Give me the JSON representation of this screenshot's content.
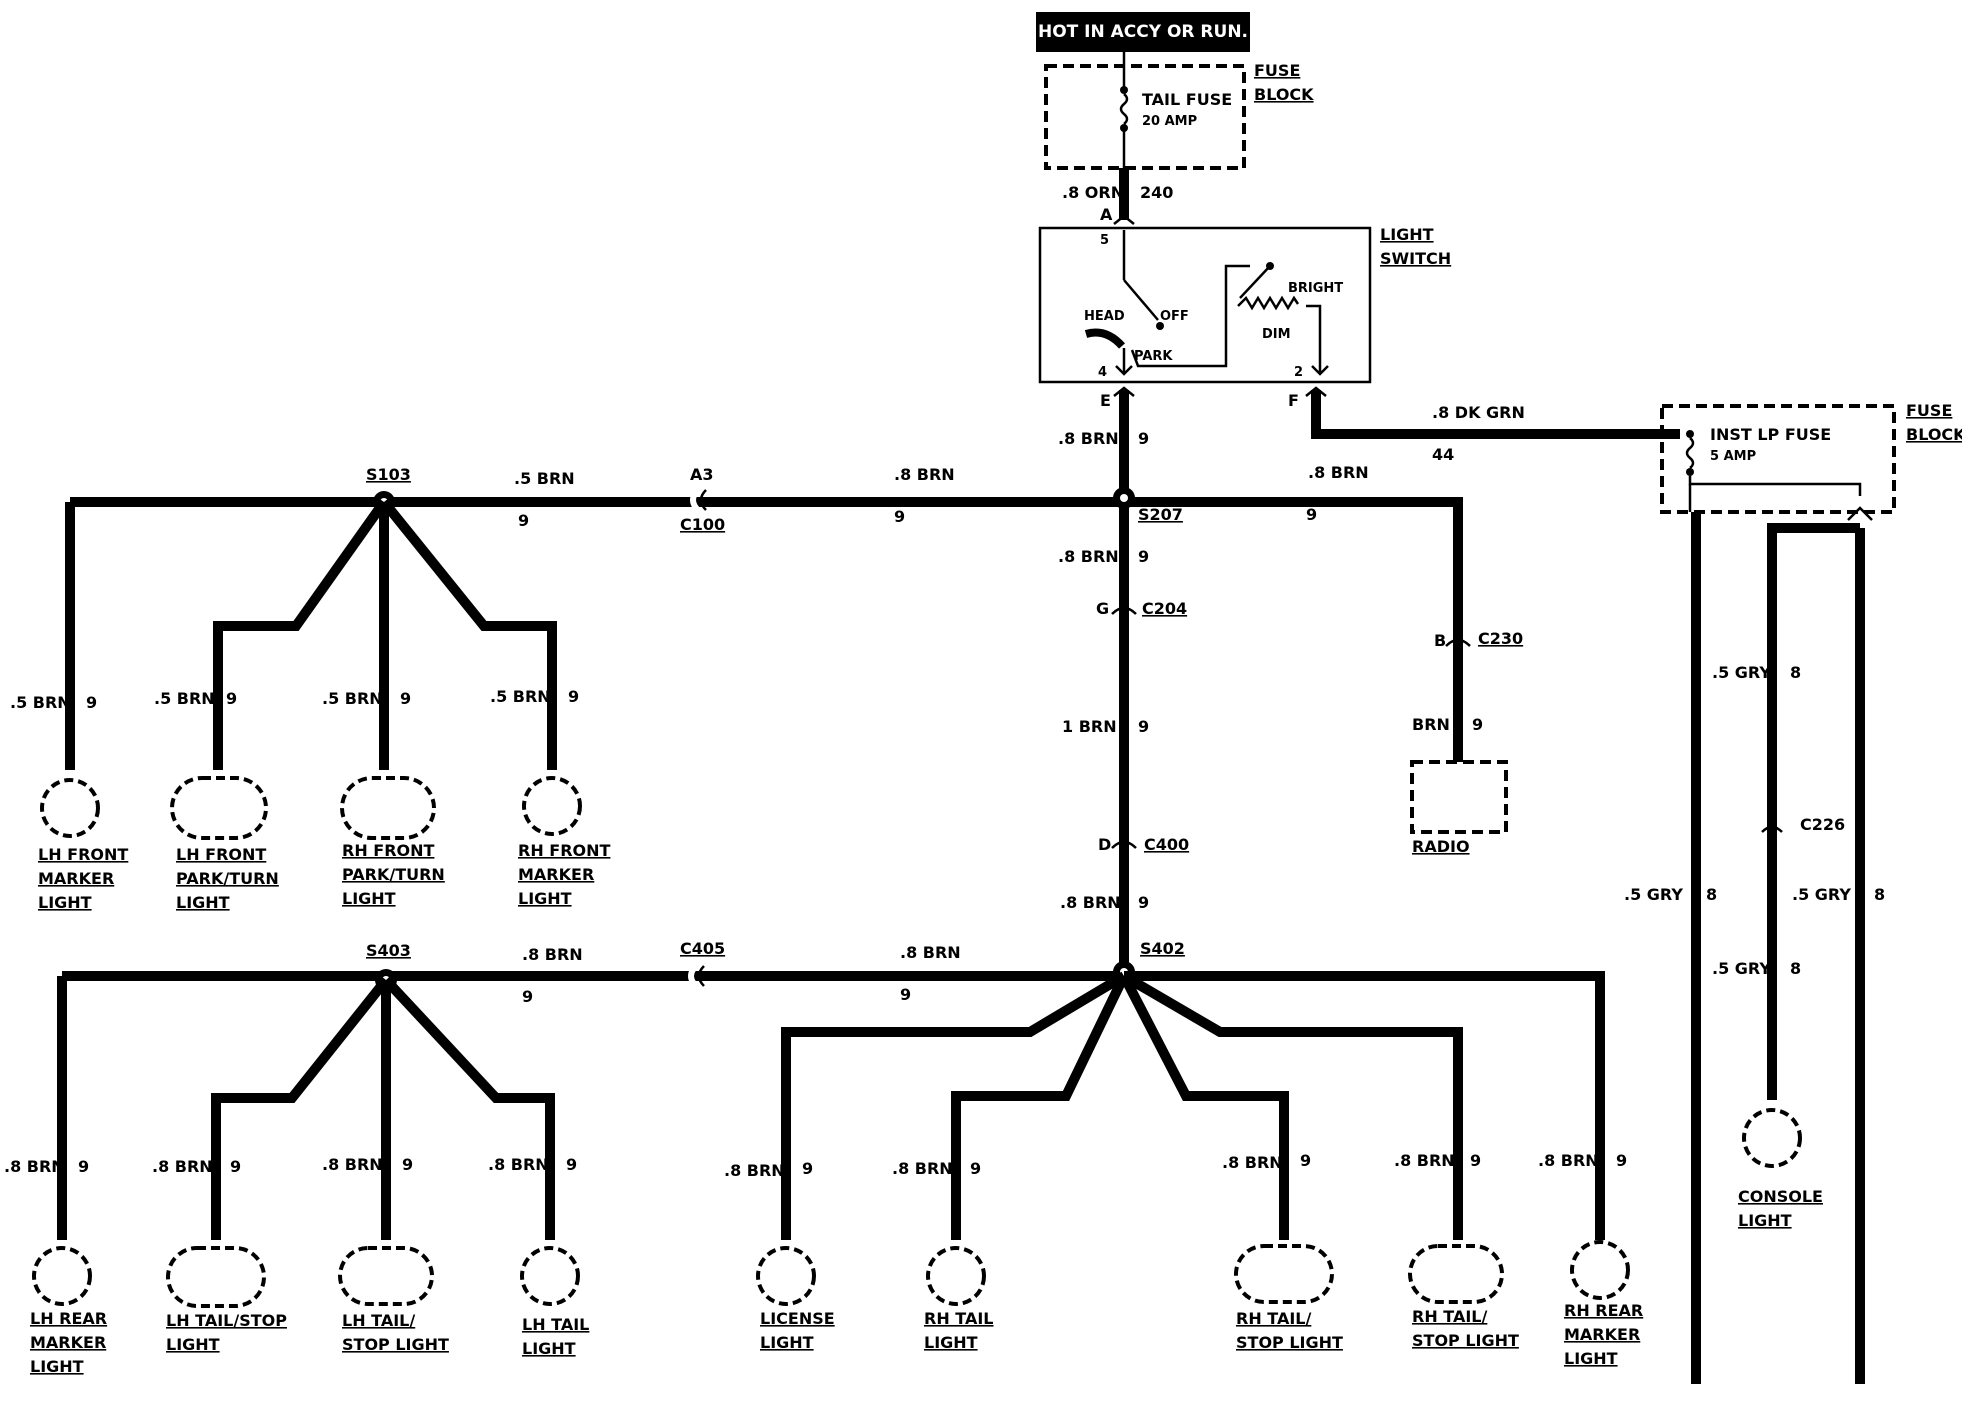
{
  "header": {
    "power_label": "HOT IN ACCY OR RUN."
  },
  "fuse_block_top": {
    "title_line1": "FUSE",
    "title_line2": "BLOCK",
    "fuse_name": "TAIL FUSE",
    "fuse_rating": "20 AMP"
  },
  "fuse_block_right": {
    "title_line1": "FUSE",
    "title_line2": "BLOCK",
    "fuse_name": "INST LP FUSE",
    "fuse_rating": "5 AMP"
  },
  "light_switch": {
    "title_line1": "LIGHT",
    "title_line2": "SWITCH",
    "pos_head": "HEAD",
    "pos_off": "OFF",
    "pos_park": "PARK",
    "bright": "BRIGHT",
    "dim": "DIM",
    "pin_5": "5",
    "pin_4": "4",
    "pin_2": "2"
  },
  "connectors": {
    "a": "A",
    "e": "E",
    "f": "F",
    "a3": "A3",
    "c100": "C100",
    "g": "G",
    "c204": "C204",
    "b": "B",
    "c230": "C230",
    "d": "D",
    "c400": "C400",
    "c405": "C405",
    "c226": "C226"
  },
  "splices": {
    "s103": "S103",
    "s207": "S207",
    "s403": "S403",
    "s402": "S402"
  },
  "wires": {
    "orn_gauge": ".8 ORN",
    "orn_circuit": "240",
    "dkgrn_gauge": ".8 DK GRN",
    "dkgrn_circuit": "44",
    "brn_08": ".8 BRN",
    "brn_05": ".5 BRN",
    "brn_05_alt": ".5  BRN",
    "brn_1": "1 BRN",
    "brn_plain": "BRN",
    "gry_05": ".5 GRY",
    "circuit_9": "9",
    "circuit_8": "8"
  },
  "components": {
    "lh_front_marker": [
      "LH FRONT",
      "MARKER",
      "LIGHT"
    ],
    "lh_front_park": [
      "LH FRONT",
      "PARK/TURN",
      "LIGHT"
    ],
    "rh_front_park": [
      "RH FRONT",
      "PARK/TURN",
      "LIGHT"
    ],
    "rh_front_marker": [
      "RH FRONT",
      "MARKER",
      "LIGHT"
    ],
    "radio": "RADIO",
    "lh_rear_marker": [
      "LH REAR",
      "MARKER",
      "LIGHT"
    ],
    "lh_tail_stop_1": [
      "LH TAIL/STOP",
      "LIGHT"
    ],
    "lh_tail_stop_2": [
      "LH TAIL/",
      "STOP LIGHT"
    ],
    "lh_tail": [
      "LH TAIL",
      "LIGHT"
    ],
    "license": [
      "LICENSE",
      "LIGHT"
    ],
    "rh_tail": [
      "RH TAIL",
      "LIGHT"
    ],
    "rh_tail_stop_1": [
      "RH TAIL/",
      "STOP LIGHT"
    ],
    "rh_tail_stop_2": [
      "RH TAIL/",
      "STOP LIGHT"
    ],
    "rh_rear_marker": [
      "RH REAR",
      "MARKER",
      "LIGHT"
    ],
    "console": [
      "CONSOLE",
      "LIGHT"
    ]
  }
}
